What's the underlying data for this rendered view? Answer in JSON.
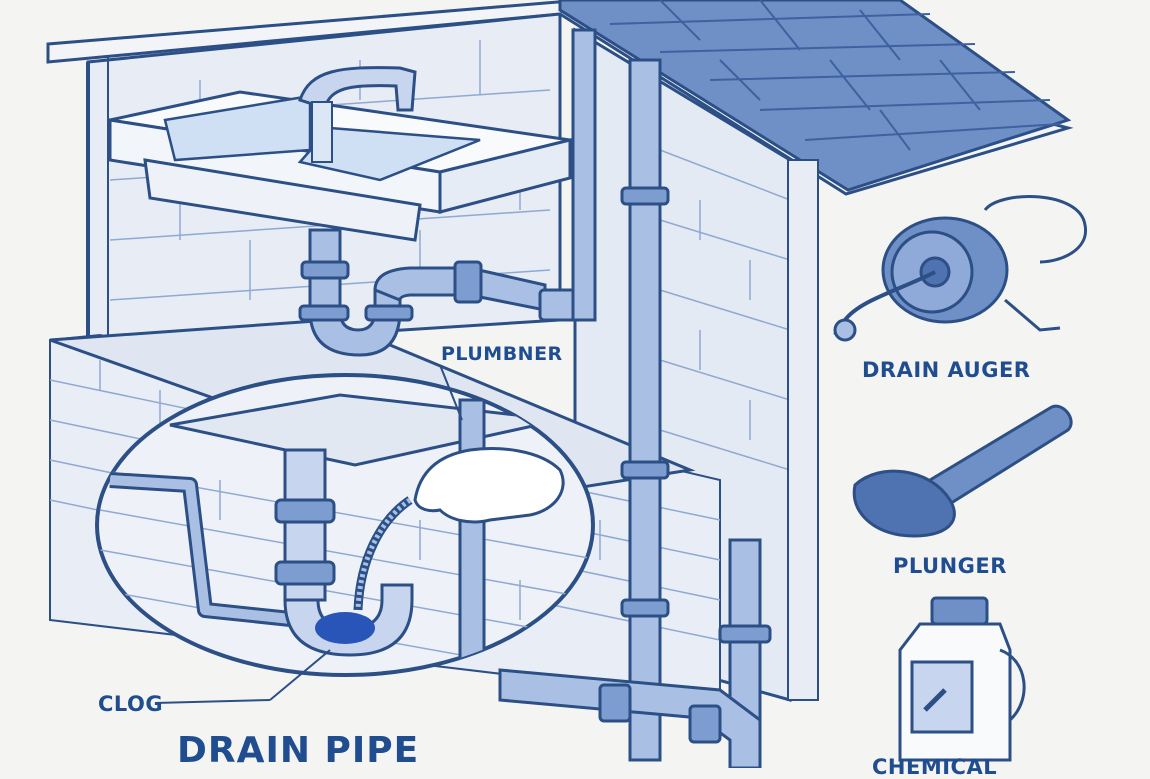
{
  "labels": {
    "plumber": "PLUMBNER",
    "clog": "CLOG",
    "drain_pipe": "DRAIN PIPE",
    "drain_auger": "DRAIN AUGER",
    "plunger": "PLUNGER",
    "chemical": "CHEMICAL"
  },
  "colors": {
    "ink": "#1f4d8f",
    "stroke": "#2c4f86",
    "pipe_light": "#a9c0e4",
    "pipe_mid": "#7d9dd0",
    "roof": "#6f8fc7",
    "wall": "#e7ecf5",
    "water": "#cfe0f5",
    "clog": "#2a55b8",
    "background": "#f4f4f2"
  }
}
